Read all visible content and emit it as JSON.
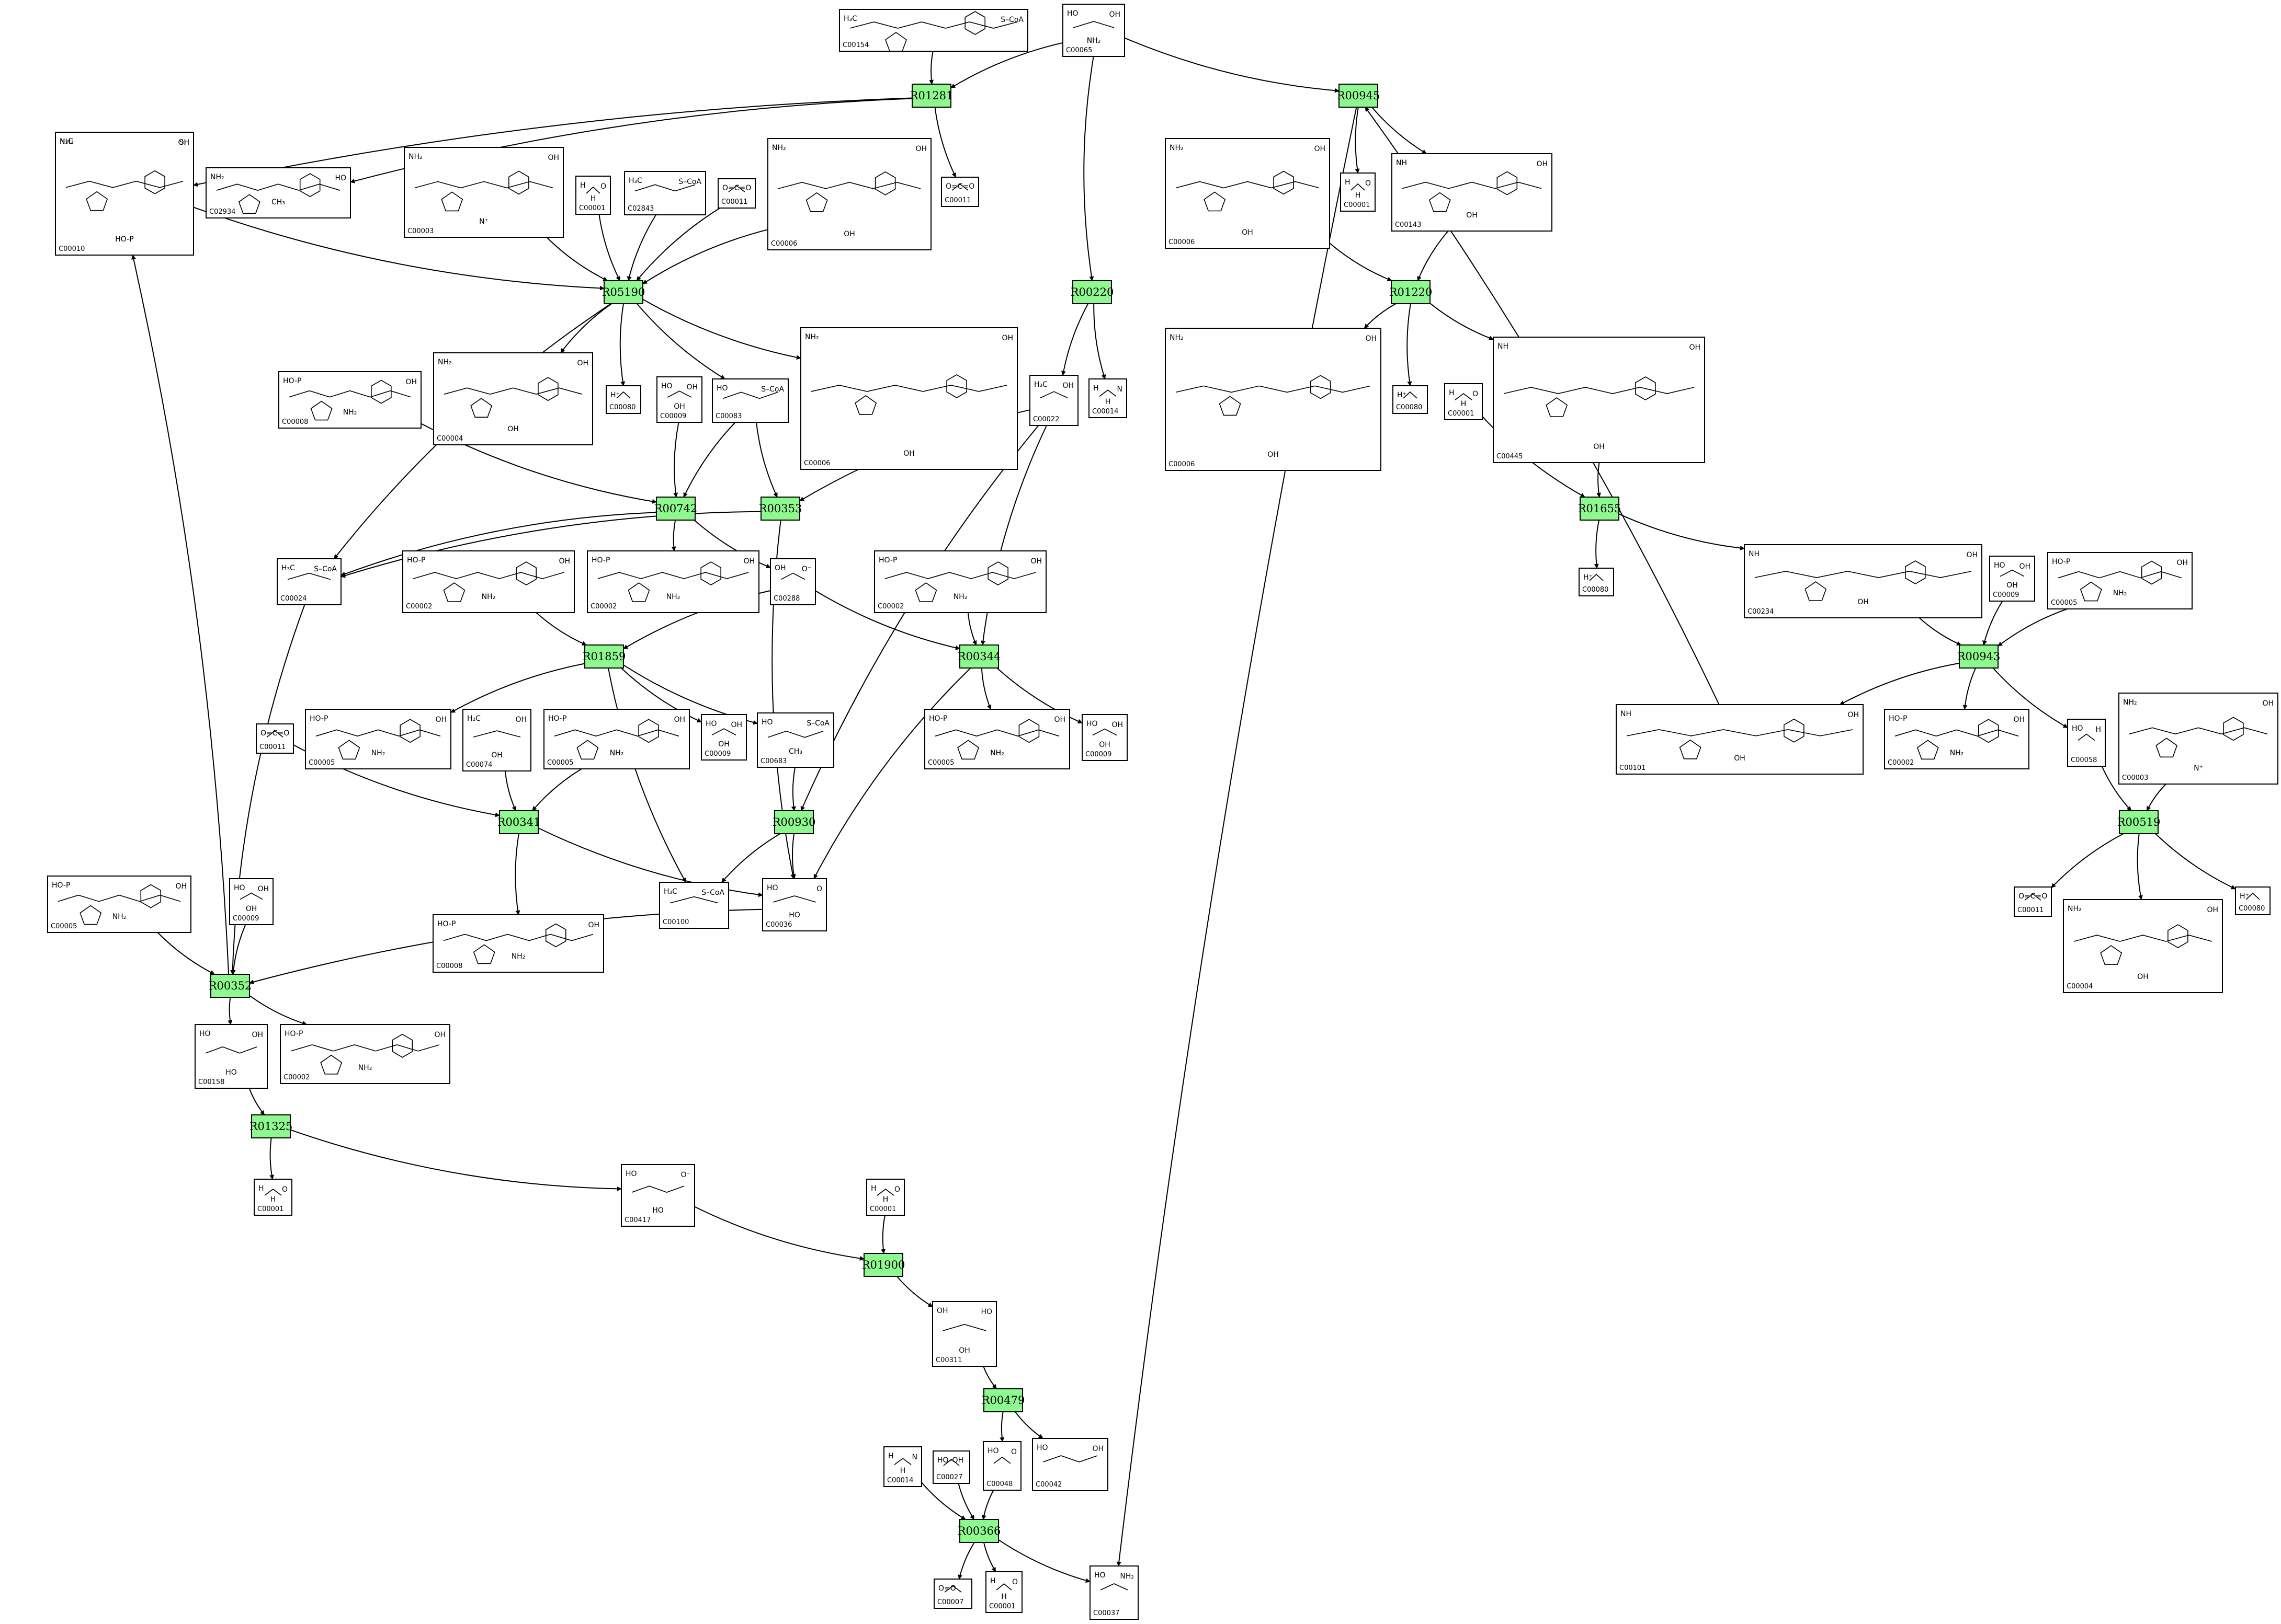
{
  "style": {
    "reaction_fill": "#8ef98e",
    "line_color": "#000000",
    "background": "#ffffff"
  },
  "reactions": [
    {
      "id": "R01281"
    },
    {
      "id": "R00945"
    },
    {
      "id": "R05190"
    },
    {
      "id": "R00220"
    },
    {
      "id": "R01220"
    },
    {
      "id": "R00742"
    },
    {
      "id": "R00353"
    },
    {
      "id": "R01655"
    },
    {
      "id": "R01859"
    },
    {
      "id": "R00344"
    },
    {
      "id": "R00943"
    },
    {
      "id": "R00341"
    },
    {
      "id": "R00930"
    },
    {
      "id": "R00519"
    },
    {
      "id": "R00352"
    },
    {
      "id": "R01325"
    },
    {
      "id": "R01900"
    },
    {
      "id": "R00479"
    },
    {
      "id": "R00366"
    }
  ],
  "compounds": [
    {
      "key": "c154",
      "id": "C00154",
      "frags": [
        "H₃C",
        "S–CoA"
      ]
    },
    {
      "key": "c65",
      "id": "C00065",
      "frags": [
        "HO",
        "OH",
        "NH₂"
      ]
    },
    {
      "key": "c10",
      "id": "C00010",
      "frags": [
        "NH₂",
        "OH",
        "HO-P",
        "H₃C",
        "SH"
      ]
    },
    {
      "key": "c2934",
      "id": "C02934",
      "frags": [
        "NH₂",
        "HO",
        "CH₃"
      ]
    },
    {
      "key": "c3a",
      "id": "C00003",
      "frags": [
        "NH₂",
        "OH",
        "N⁺"
      ]
    },
    {
      "key": "c1a",
      "id": "C00001",
      "frags": [
        "H",
        "O",
        "H"
      ]
    },
    {
      "key": "c2843",
      "id": "C02843",
      "frags": [
        "H₃C",
        "S–CoA"
      ]
    },
    {
      "key": "c11a",
      "id": "C00011",
      "frags": [
        "O=C=O"
      ]
    },
    {
      "key": "c6a",
      "id": "C00006",
      "frags": [
        "NH₂",
        "OH",
        "OH"
      ]
    },
    {
      "key": "c11b",
      "id": "C00011",
      "frags": [
        "O=C=O"
      ]
    },
    {
      "key": "c6b",
      "id": "C00006",
      "frags": [
        "NH₂",
        "OH",
        "OH"
      ]
    },
    {
      "key": "c1b",
      "id": "C00001",
      "frags": [
        "H",
        "O",
        "H"
      ]
    },
    {
      "key": "c143",
      "id": "C00143",
      "frags": [
        "NH",
        "OH",
        "OH"
      ]
    },
    {
      "key": "c8a",
      "id": "C00008",
      "frags": [
        "HO-P",
        "OH",
        "NH₂"
      ]
    },
    {
      "key": "c4",
      "id": "C00004",
      "frags": [
        "NH₂",
        "OH",
        "OH"
      ]
    },
    {
      "key": "c80a",
      "id": "C00080",
      "frags": [
        "H⁺"
      ]
    },
    {
      "key": "c9a",
      "id": "C00009",
      "frags": [
        "HO",
        "OH",
        "OH"
      ]
    },
    {
      "key": "c83",
      "id": "C00083",
      "frags": [
        "HO",
        "S–CoA"
      ]
    },
    {
      "key": "c6c",
      "id": "C00006",
      "frags": [
        "NH₂",
        "OH",
        "OH"
      ]
    },
    {
      "key": "c22",
      "id": "C00022",
      "frags": [
        "H₃C",
        "OH"
      ]
    },
    {
      "key": "c14a",
      "id": "C00014",
      "frags": [
        "H",
        "N",
        "H"
      ]
    },
    {
      "key": "c6d",
      "id": "C00006",
      "frags": [
        "NH₂",
        "OH",
        "OH"
      ]
    },
    {
      "key": "c80b",
      "id": "C00080",
      "frags": [
        "H⁺"
      ]
    },
    {
      "key": "c1c",
      "id": "C00001",
      "frags": [
        "H",
        "O",
        "H"
      ]
    },
    {
      "key": "c445",
      "id": "C00445",
      "frags": [
        "NH",
        "OH",
        "OH"
      ]
    },
    {
      "key": "c24",
      "id": "C00024",
      "frags": [
        "H₃C",
        "S–CoA"
      ]
    },
    {
      "key": "c2a",
      "id": "C00002",
      "frags": [
        "HO-P",
        "OH",
        "NH₂"
      ]
    },
    {
      "key": "c2b",
      "id": "C00002",
      "frags": [
        "HO-P",
        "OH",
        "NH₂"
      ]
    },
    {
      "key": "c288",
      "id": "C00288",
      "frags": [
        "OH",
        "O⁻"
      ]
    },
    {
      "key": "c2c",
      "id": "C00002",
      "frags": [
        "HO-P",
        "OH",
        "NH₂"
      ]
    },
    {
      "key": "c80c",
      "id": "C00080",
      "frags": [
        "H⁺"
      ]
    },
    {
      "key": "c234",
      "id": "C00234",
      "frags": [
        "NH",
        "OH",
        "OH"
      ]
    },
    {
      "key": "c9b",
      "id": "C00009",
      "frags": [
        "HO",
        "OH",
        "OH"
      ]
    },
    {
      "key": "c5a",
      "id": "C00005",
      "frags": [
        "HO-P",
        "OH",
        "NH₂"
      ]
    },
    {
      "key": "c11c",
      "id": "C00011",
      "frags": [
        "O=C=O"
      ]
    },
    {
      "key": "c5b",
      "id": "C00005",
      "frags": [
        "HO-P",
        "OH",
        "NH₂"
      ]
    },
    {
      "key": "c74",
      "id": "C00074",
      "frags": [
        "H₂C",
        "OH",
        "OH"
      ]
    },
    {
      "key": "c5c",
      "id": "C00005",
      "frags": [
        "HO-P",
        "OH",
        "NH₂"
      ]
    },
    {
      "key": "c9c",
      "id": "C00009",
      "frags": [
        "HO",
        "OH",
        "OH"
      ]
    },
    {
      "key": "c683",
      "id": "C00683",
      "frags": [
        "HO",
        "S–CoA",
        "CH₃"
      ]
    },
    {
      "key": "c5d",
      "id": "C00005",
      "frags": [
        "HO-P",
        "OH",
        "NH₂"
      ]
    },
    {
      "key": "c9d",
      "id": "C00009",
      "frags": [
        "HO",
        "OH",
        "OH"
      ]
    },
    {
      "key": "c101",
      "id": "C00101",
      "frags": [
        "NH",
        "OH",
        "OH"
      ]
    },
    {
      "key": "c2d",
      "id": "C00002",
      "frags": [
        "HO-P",
        "OH",
        "NH₂"
      ]
    },
    {
      "key": "c58",
      "id": "C00058",
      "frags": [
        "HO",
        "H"
      ]
    },
    {
      "key": "c3b",
      "id": "C00003",
      "frags": [
        "NH₂",
        "OH",
        "N⁺"
      ]
    },
    {
      "key": "c5e",
      "id": "C00005",
      "frags": [
        "HO-P",
        "OH",
        "NH₂"
      ]
    },
    {
      "key": "c9e",
      "id": "C00009",
      "frags": [
        "HO",
        "OH",
        "OH"
      ]
    },
    {
      "key": "c8b",
      "id": "C00008",
      "frags": [
        "HO-P",
        "OH",
        "NH₂"
      ]
    },
    {
      "key": "c100",
      "id": "C00100",
      "frags": [
        "H₃C",
        "S–CoA"
      ]
    },
    {
      "key": "c36",
      "id": "C00036",
      "frags": [
        "HO",
        "O",
        "HO"
      ]
    },
    {
      "key": "c11d",
      "id": "C00011",
      "frags": [
        "O=C=O"
      ]
    },
    {
      "key": "c80d",
      "id": "C00080",
      "frags": [
        "H⁺"
      ]
    },
    {
      "key": "c4b",
      "id": "C00004",
      "frags": [
        "NH₂",
        "OH",
        "OH"
      ]
    },
    {
      "key": "c158",
      "id": "C00158",
      "frags": [
        "HO",
        "OH",
        "HO"
      ]
    },
    {
      "key": "c2e",
      "id": "C00002",
      "frags": [
        "HO-P",
        "OH",
        "NH₂"
      ]
    },
    {
      "key": "c1d",
      "id": "C00001",
      "frags": [
        "H",
        "O",
        "H"
      ]
    },
    {
      "key": "c417",
      "id": "C00417",
      "frags": [
        "HO",
        "O⁻",
        "HO"
      ]
    },
    {
      "key": "c1e",
      "id": "C00001",
      "frags": [
        "H",
        "O",
        "H"
      ]
    },
    {
      "key": "c311",
      "id": "C00311",
      "frags": [
        "OH",
        "HO",
        "OH"
      ]
    },
    {
      "key": "c14b",
      "id": "C00014",
      "frags": [
        "H",
        "N",
        "H"
      ]
    },
    {
      "key": "c27",
      "id": "C00027",
      "frags": [
        "HO–OH"
      ]
    },
    {
      "key": "c48",
      "id": "C00048",
      "frags": [
        "HO",
        "O"
      ]
    },
    {
      "key": "c42",
      "id": "C00042",
      "frags": [
        "HO",
        "OH"
      ]
    },
    {
      "key": "c7",
      "id": "C00007",
      "frags": [
        "O=O"
      ]
    },
    {
      "key": "c1f",
      "id": "C00001",
      "frags": [
        "H",
        "O",
        "H"
      ]
    },
    {
      "key": "c37",
      "id": "C00037",
      "frags": [
        "HO",
        "NH₂"
      ]
    }
  ]
}
